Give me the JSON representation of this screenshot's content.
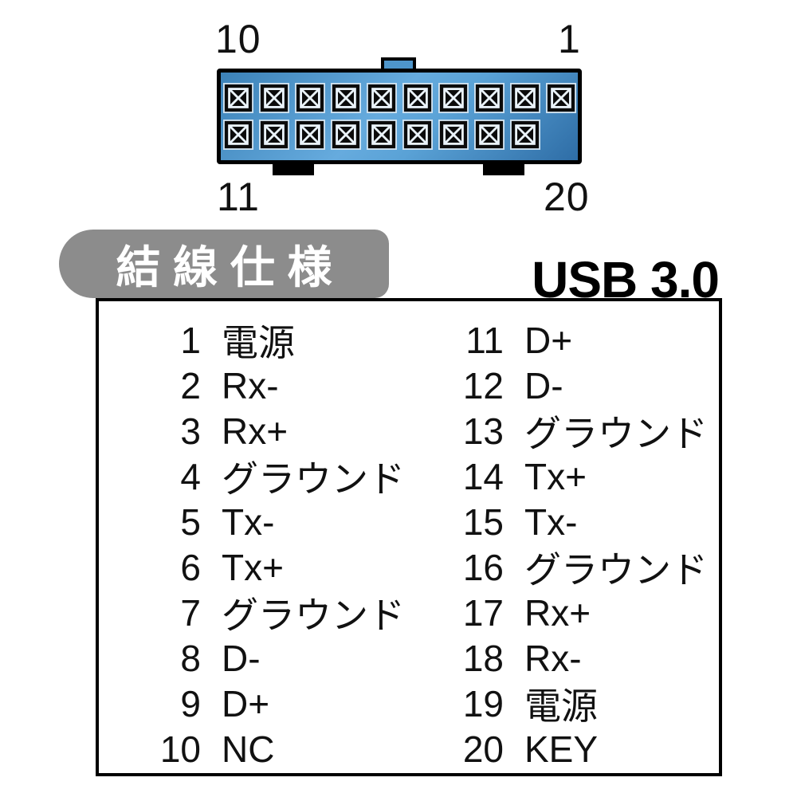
{
  "connector": {
    "corner_labels": {
      "top_left": "10",
      "top_right": "1",
      "bottom_left": "11",
      "bottom_right": "20"
    },
    "top_row_pin_count": 10,
    "bottom_row_pin_count": 9,
    "key_position": "bottom-right",
    "body_color_light": "#66abde",
    "body_color_dark": "#2e6da6"
  },
  "spec": {
    "badge_label": "結線仕様",
    "standard_label": "USB 3.0",
    "pins_left": [
      {
        "no": "1",
        "label": "電源"
      },
      {
        "no": "2",
        "label": "Rx-"
      },
      {
        "no": "3",
        "label": "Rx+"
      },
      {
        "no": "4",
        "label": "グラウンド"
      },
      {
        "no": "5",
        "label": "Tx-"
      },
      {
        "no": "6",
        "label": "Tx+"
      },
      {
        "no": "7",
        "label": "グラウンド"
      },
      {
        "no": "8",
        "label": "D-"
      },
      {
        "no": "9",
        "label": "D+"
      },
      {
        "no": "10",
        "label": "NC"
      }
    ],
    "pins_right": [
      {
        "no": "11",
        "label": "D+"
      },
      {
        "no": "12",
        "label": "D-"
      },
      {
        "no": "13",
        "label": "グラウンド"
      },
      {
        "no": "14",
        "label": "Tx+"
      },
      {
        "no": "15",
        "label": "Tx-"
      },
      {
        "no": "16",
        "label": "グラウンド"
      },
      {
        "no": "17",
        "label": "Rx+"
      },
      {
        "no": "18",
        "label": "Rx-"
      },
      {
        "no": "19",
        "label": "電源"
      },
      {
        "no": "20",
        "label": "KEY"
      }
    ]
  }
}
